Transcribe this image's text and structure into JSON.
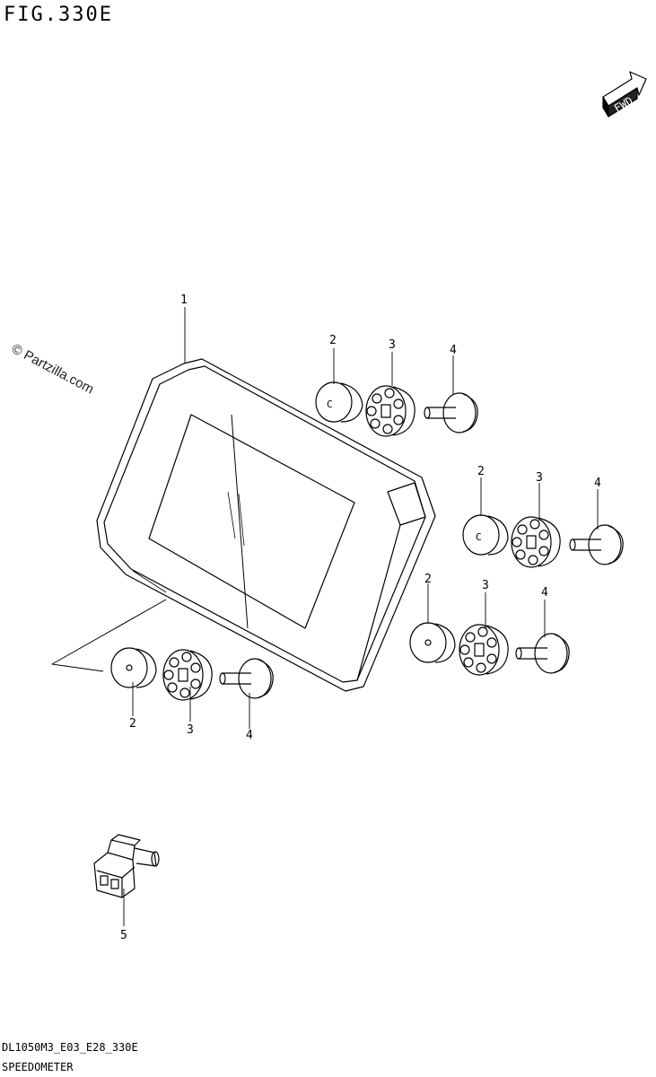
{
  "figure": {
    "title": "FIG.330E",
    "watermark": "© Partzilla.com",
    "direction_label": "FWD"
  },
  "callouts": {
    "part1": "1",
    "part2": "2",
    "part3": "3",
    "part4": "4",
    "part5": "5"
  },
  "footer": {
    "model_code": "DL1050M3_E03_E28_330E",
    "diagram_name": "SPEEDOMETER"
  }
}
